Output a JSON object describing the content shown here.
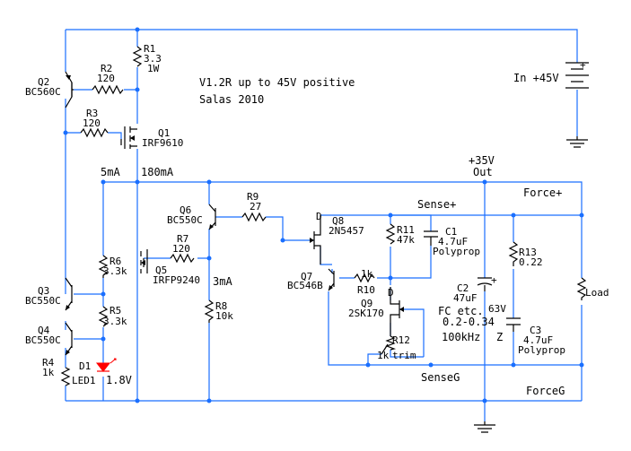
{
  "title": "V1.2R up to 45V positive",
  "author": "Salas 2010",
  "input": "In +45V",
  "output_voltage": "+35V",
  "output_label": "Out",
  "current_5ma": "5mA",
  "current_180ma": "180mA",
  "current_3ma": "3mA",
  "led_voltage": "1.8V",
  "sense_plus": "Sense+",
  "force_plus": "Force+",
  "sense_g": "SenseG",
  "force_g": "ForceG",
  "load": "Load",
  "fc_note": "FC etc.",
  "z_note": "0.2-0.34",
  "z_label": "Z",
  "freq_note": "100kHz",
  "components": {
    "r1": {
      "ref": "R1",
      "value": "3.3",
      "extra": "1W"
    },
    "r2": {
      "ref": "R2",
      "value": "120"
    },
    "r3": {
      "ref": "R3",
      "value": "120"
    },
    "r4": {
      "ref": "R4",
      "value": "1k"
    },
    "r5": {
      "ref": "R5",
      "value": "3.3k"
    },
    "r6": {
      "ref": "R6",
      "value": "3.3k"
    },
    "r7": {
      "ref": "R7",
      "value": "120"
    },
    "r8": {
      "ref": "R8",
      "value": "10k"
    },
    "r9": {
      "ref": "R9",
      "value": "27"
    },
    "r10": {
      "ref": "R10",
      "value": "1k"
    },
    "r11": {
      "ref": "R11",
      "value": "47k"
    },
    "r12": {
      "ref": "R12",
      "value": "1k",
      "extra": "trim"
    },
    "r13": {
      "ref": "R13",
      "value": "0.22"
    },
    "c1": {
      "ref": "C1",
      "value": "4.7uF",
      "type": "Polyprop"
    },
    "c2": {
      "ref": "C2",
      "value": "47uF",
      "voltage": "63V"
    },
    "c3": {
      "ref": "C3",
      "value": "4.7uF",
      "type": "Polyprop"
    },
    "q1": {
      "ref": "Q1",
      "part": "IRF9610"
    },
    "q2": {
      "ref": "Q2",
      "part": "BC560C"
    },
    "q3": {
      "ref": "Q3",
      "part": "BC550C"
    },
    "q4": {
      "ref": "Q4",
      "part": "BC550C"
    },
    "q5": {
      "ref": "Q5",
      "part": "IRFP9240"
    },
    "q6": {
      "ref": "Q6",
      "part": "BC550C"
    },
    "q7": {
      "ref": "Q7",
      "part": "BC546B"
    },
    "q8": {
      "ref": "Q8",
      "part": "2N5457",
      "pin": "D"
    },
    "q9": {
      "ref": "Q9",
      "part": "2SK170",
      "pin": "D"
    },
    "d1": {
      "ref": "D1",
      "part": "LED1"
    }
  }
}
